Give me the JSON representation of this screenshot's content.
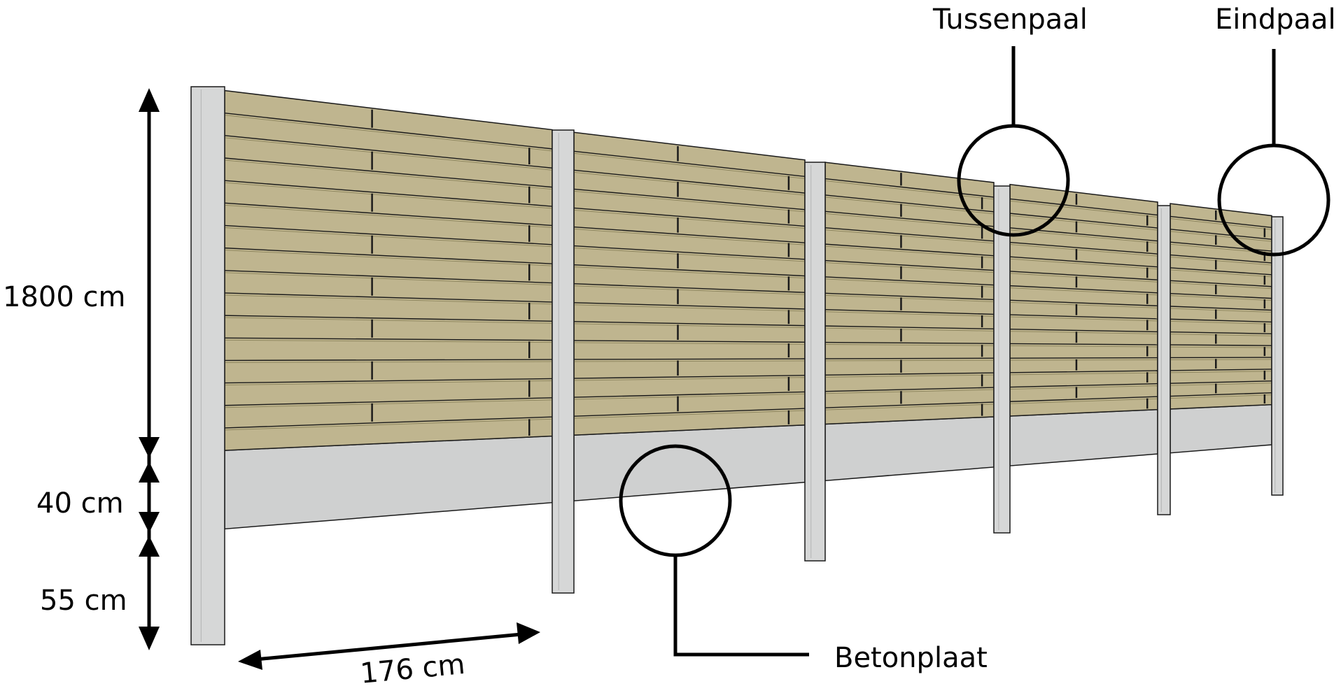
{
  "labels": {
    "height_panel": "1800 cm",
    "height_plate": "40 cm",
    "height_ground": "55 cm",
    "width_section": "176 cm",
    "intermediate_post": "Tussenpaal",
    "end_post": "Eindpaal",
    "concrete_plate": "Betonplaat"
  },
  "colors": {
    "wood": "#bfb58f",
    "wood_edge": "#1a1a1a",
    "concrete": "#cfd0d0",
    "post": "#d6d7d7",
    "line": "#000000"
  },
  "diagram": {
    "sections": 5,
    "slats_per_panel": 16
  }
}
